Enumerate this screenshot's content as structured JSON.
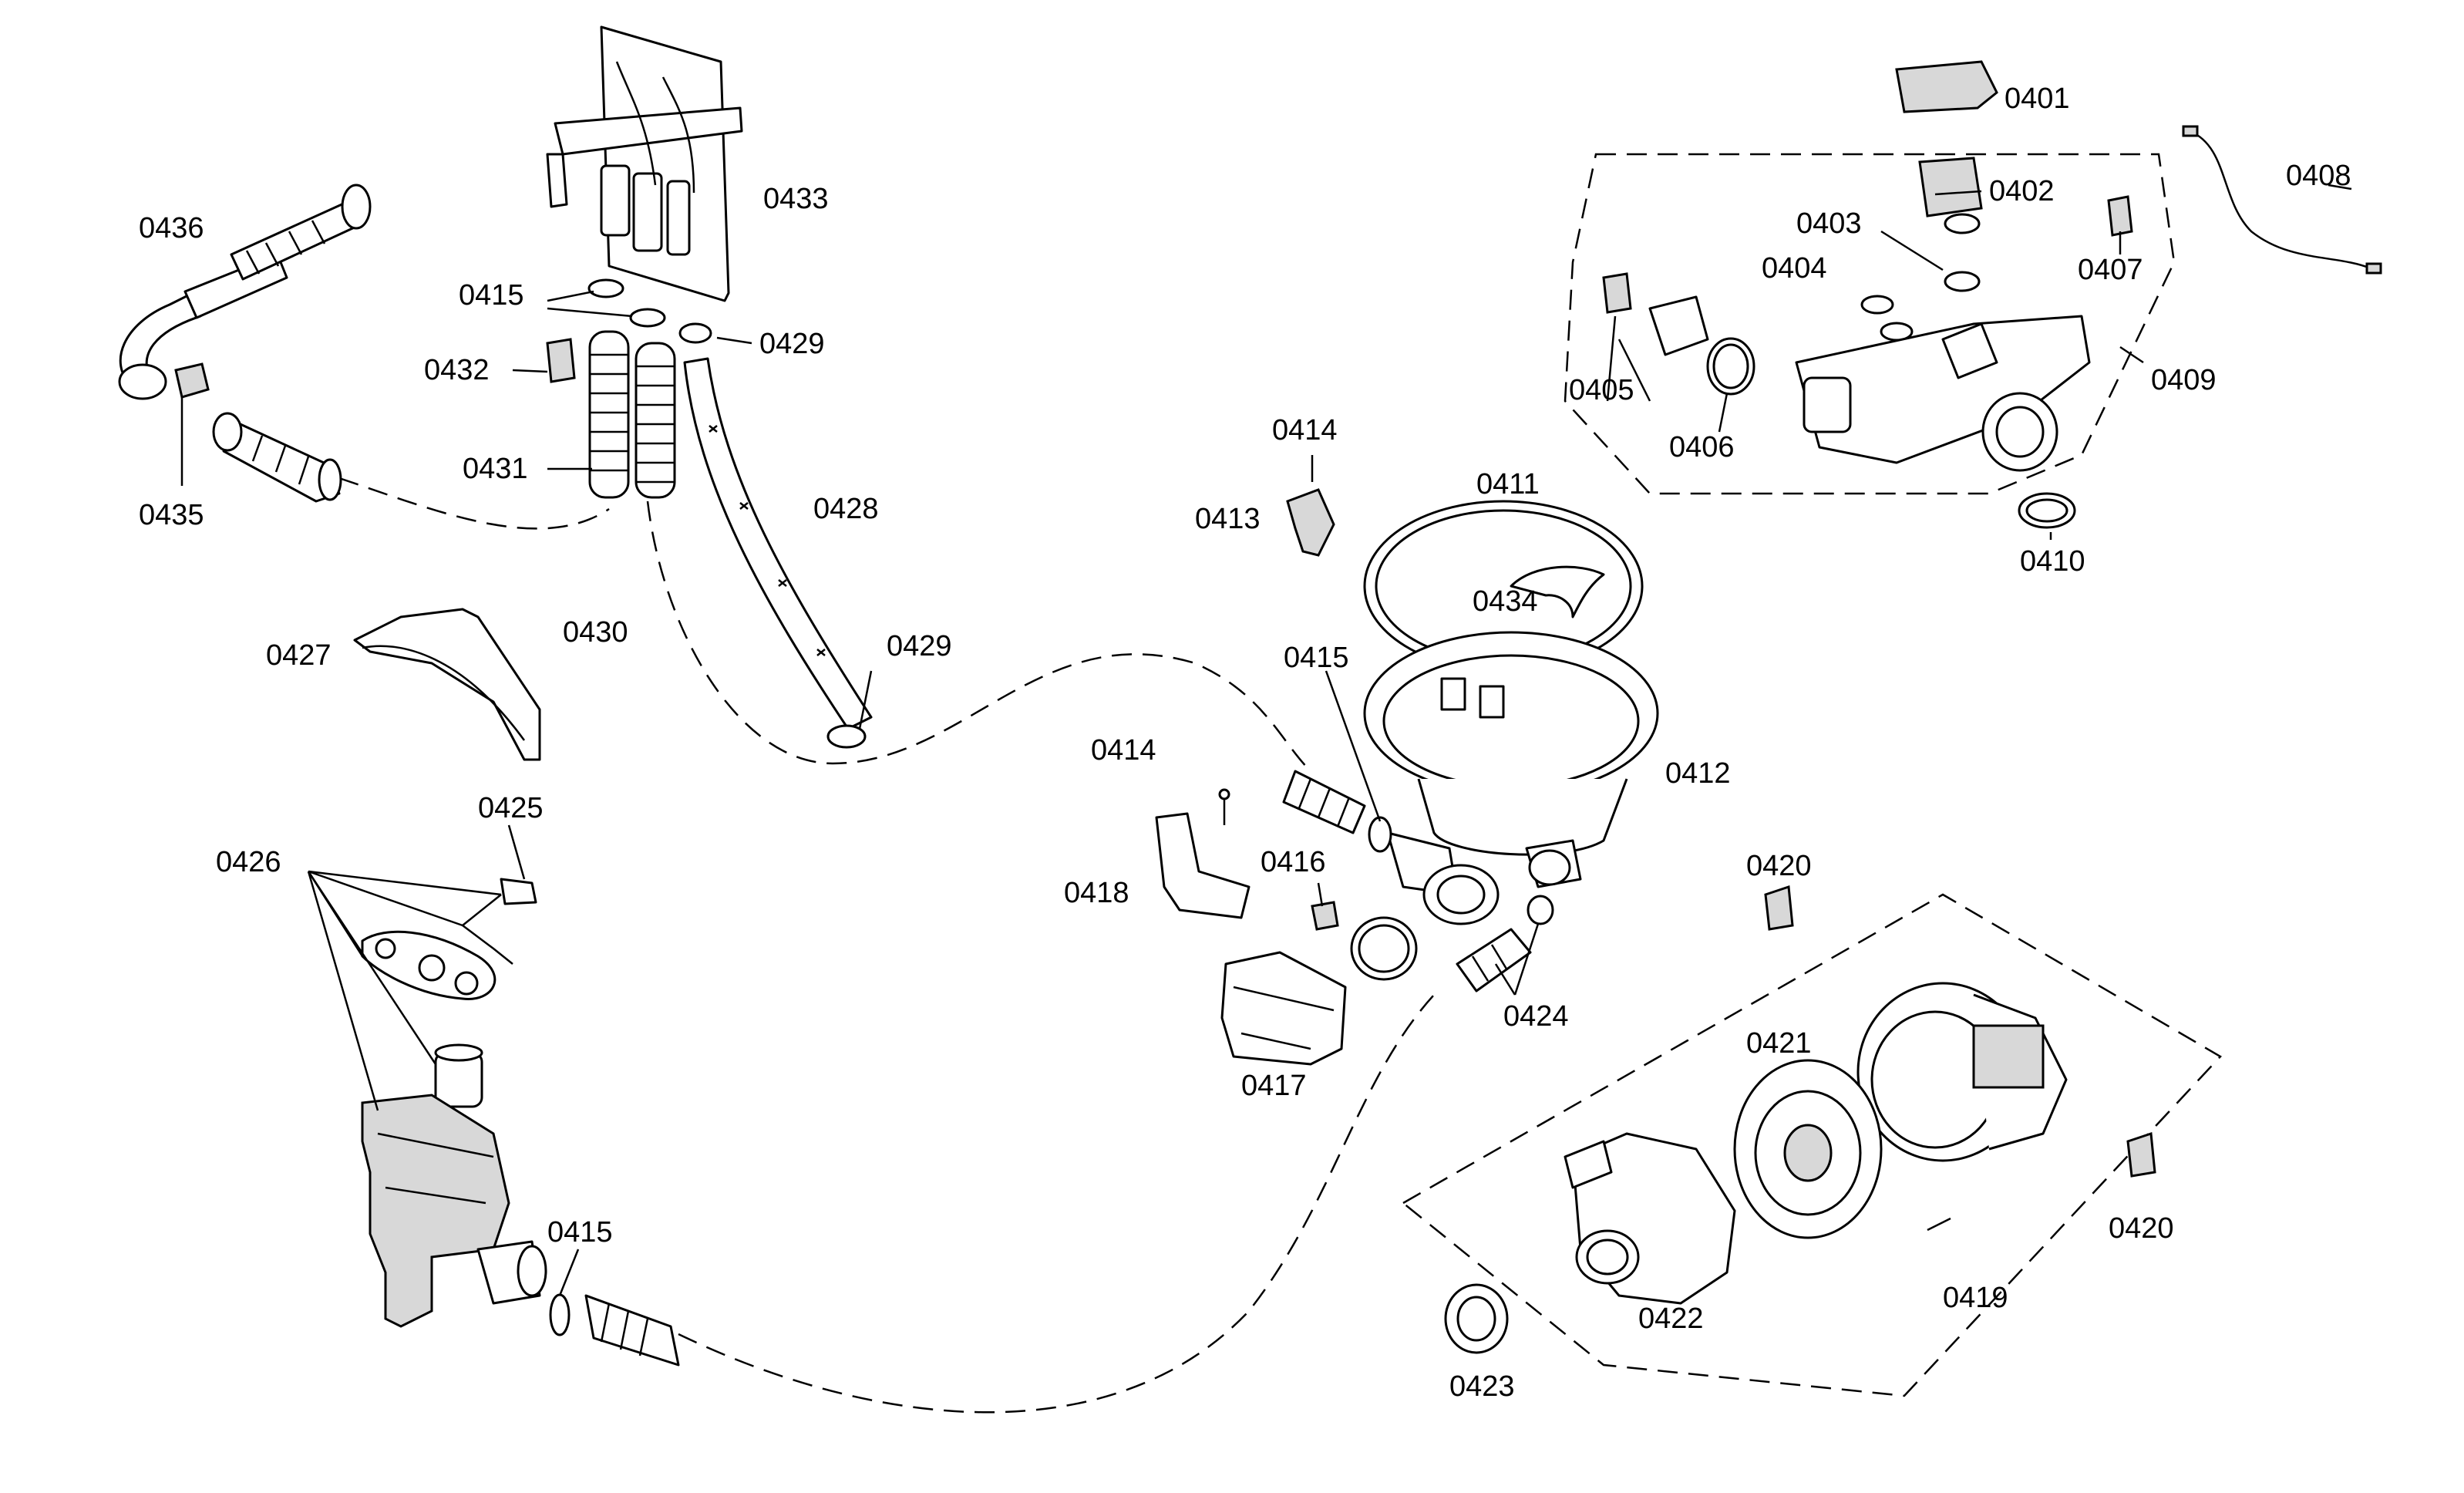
{
  "labels": {
    "p0401": "0401",
    "p0402": "0402",
    "p0403": "0403",
    "p0404": "0404",
    "p0405": "0405",
    "p0406": "0406",
    "p0407": "0407",
    "p0408": "0408",
    "p0409": "0409",
    "p0410": "0410",
    "p0411": "0411",
    "p0412": "0412",
    "p0413": "0413",
    "p0414a": "0414",
    "p0414b": "0414",
    "p0415a": "0415",
    "p0415b": "0415",
    "p0415c": "0415",
    "p0416": "0416",
    "p0417": "0417",
    "p0418": "0418",
    "p0419": "0419",
    "p0420a": "0420",
    "p0420b": "0420",
    "p0421": "0421",
    "p0422": "0422",
    "p0423": "0423",
    "p0424": "0424",
    "p0425": "0425",
    "p0426": "0426",
    "p0427": "0427",
    "p0428": "0428",
    "p0429a": "0429",
    "p0429b": "0429",
    "p0430": "0430",
    "p0431": "0431",
    "p0432": "0432",
    "p0433": "0433",
    "p0434": "0434",
    "p0435": "0435",
    "p0436": "0436"
  }
}
